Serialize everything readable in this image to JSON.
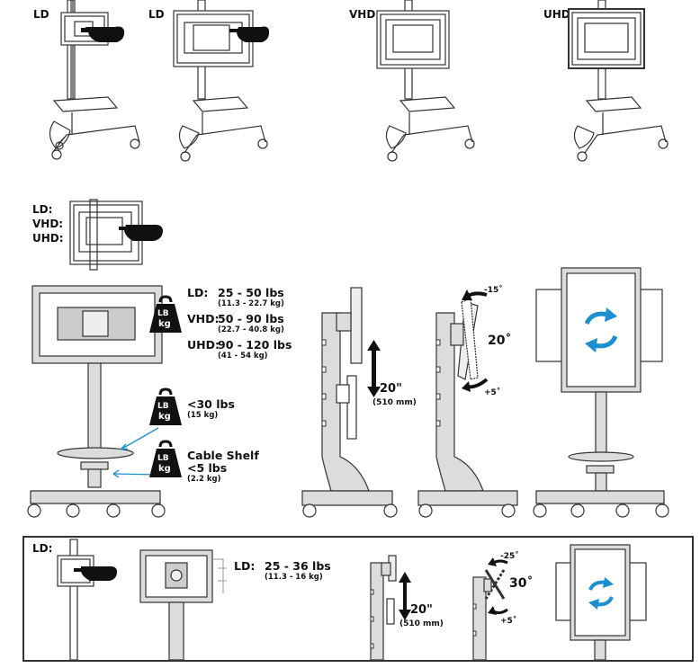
{
  "top_row": {
    "labels": [
      "LD",
      "LD",
      "VHD",
      "UHD"
    ]
  },
  "mid_block": {
    "labels": [
      "LD:",
      "VHD:",
      "UHD:"
    ]
  },
  "weights": {
    "badge_top": "LB",
    "badge_bottom": "kg",
    "monitor": {
      "ld_label": "LD:",
      "ld_value": "25 - 50 lbs",
      "ld_sub": "(11.3 - 22.7 kg)",
      "vhd_label": "VHD:",
      "vhd_value": "50 - 90 lbs",
      "vhd_sub": "(22.7 - 40.8 kg)",
      "uhd_label": "UHD:",
      "uhd_value": "90 - 120 lbs",
      "uhd_sub": "(41 - 54 kg)"
    },
    "shelf": {
      "value": "<30 lbs",
      "sub": "(15 kg)"
    },
    "cable_shelf": {
      "title": "Cable Shelf",
      "value": "<5 lbs",
      "sub": "(2.2 kg)"
    }
  },
  "adjust": {
    "height": {
      "value": "20\"",
      "sub": "(510 mm)"
    },
    "tilt": {
      "up": "-15˚",
      "range": "20˚",
      "down": "+5˚"
    }
  },
  "bottom_panel": {
    "label": "LD:",
    "spec_label": "LD:",
    "spec_value": "25 - 36 lbs",
    "spec_sub": "(11.3 - 16 kg)",
    "height": {
      "value": "20\"",
      "sub": "(510 mm)"
    },
    "tilt": {
      "up": "-25˚",
      "range": "30˚",
      "down": "+5˚"
    }
  },
  "colors": {
    "stroke": "#333333",
    "fill": "#dcdcdc",
    "accent": "#1b8fd0"
  }
}
